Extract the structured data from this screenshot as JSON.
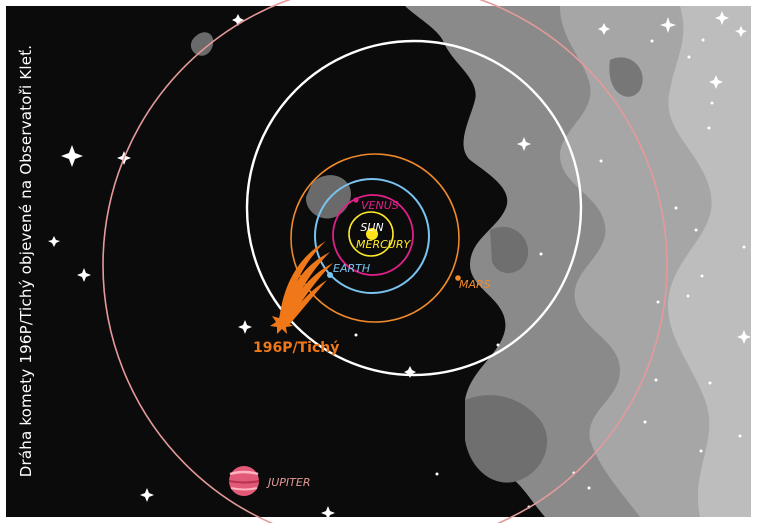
{
  "caption": "Dráha komety 196P/Tichý objevené na Observatoři Kleť.",
  "labels": {
    "sun": "SUN",
    "mercury": "MERCURY",
    "venus": "VENUS",
    "earth": "EARTH",
    "mars": "MARS",
    "jupiter": "JUPITER",
    "comet": "196P/Tichý"
  },
  "colors": {
    "background": "#000000",
    "milky_way": "#9a9a9a",
    "sun": "#ffe31a",
    "mercury_orbit": "#ffea2b",
    "venus_orbit": "#e0208a",
    "earth_orbit": "#7ac4ef",
    "mars_orbit": "#f08a2a",
    "comet_orbit": "#ffffff",
    "jupiter_orbit": "#e59a9a",
    "comet": "#f07818"
  }
}
